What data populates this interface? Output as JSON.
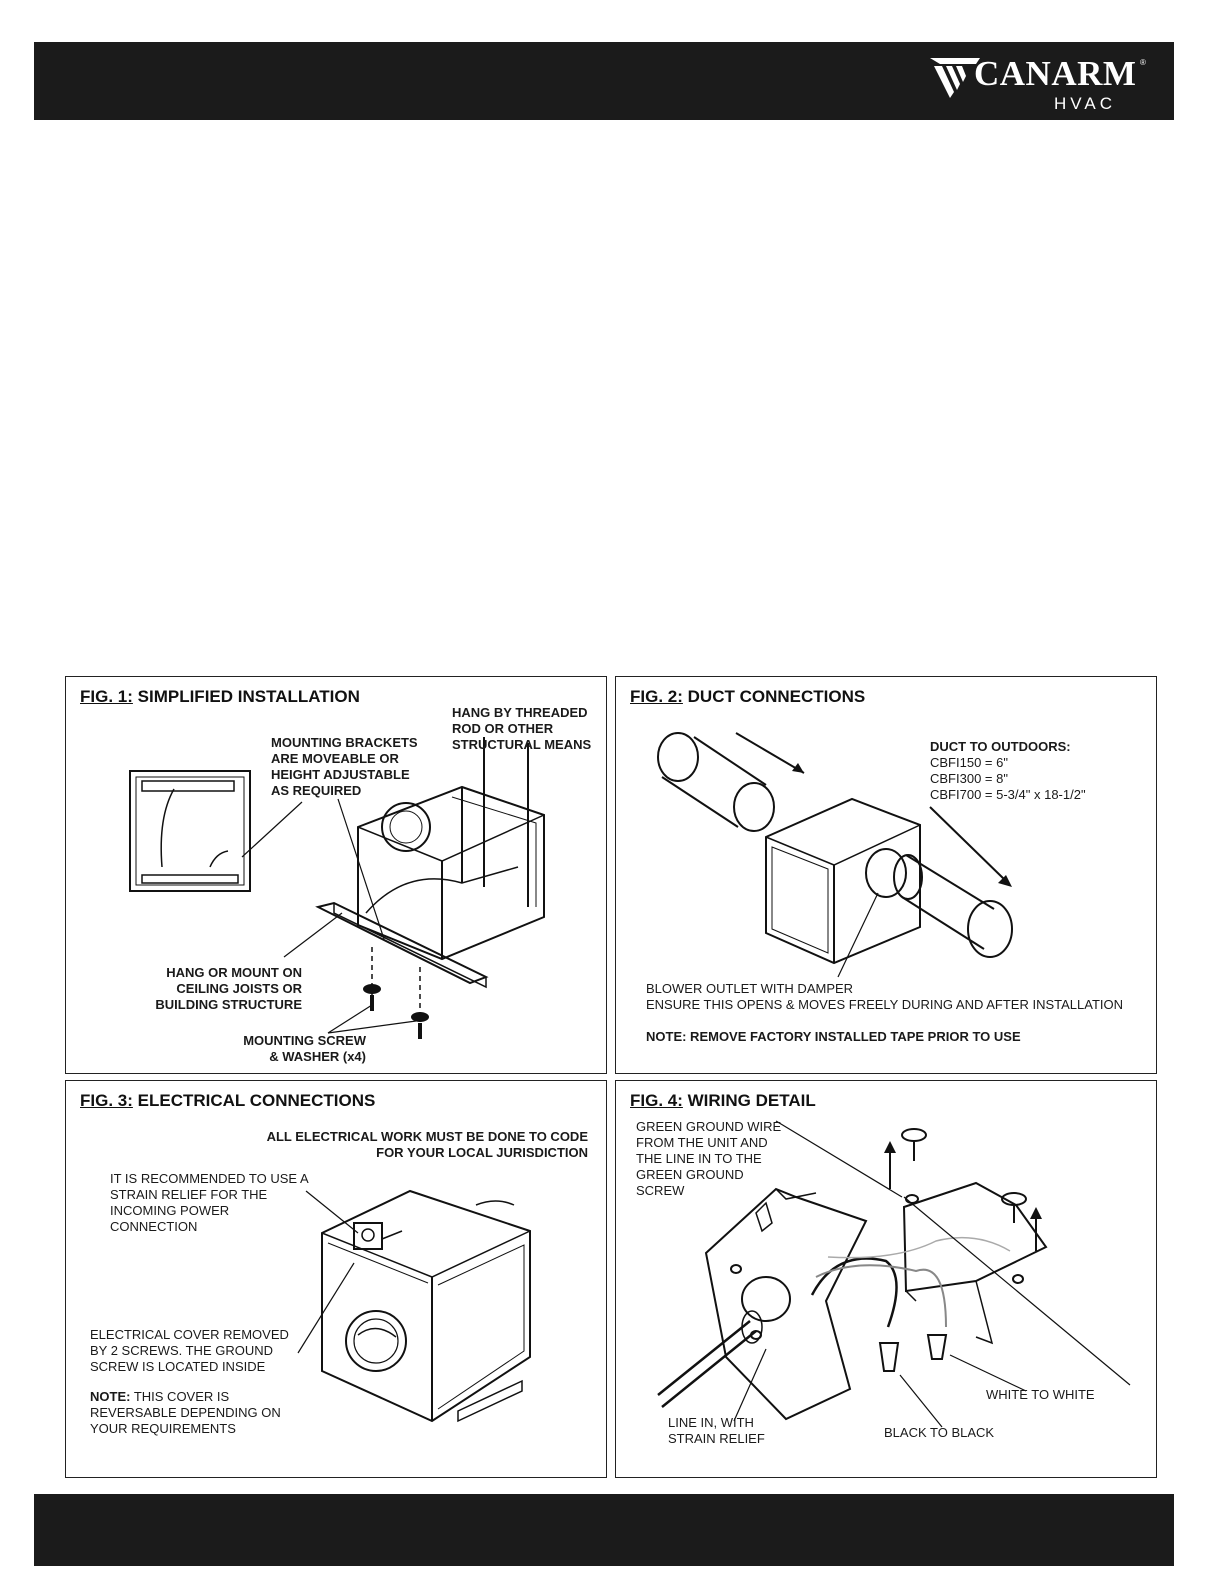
{
  "brand": {
    "name": "CANARM",
    "registered": "®",
    "sub": "HVAC"
  },
  "fig1": {
    "num": "FIG. 1:",
    "title": "SIMPLIFIED INSTALLATION",
    "hang_rod": "HANG BY THREADED\nROD OR OTHER\nSTRUCTURAL MEANS",
    "brackets": "MOUNTING BRACKETS\nARE MOVEABLE OR\nHEIGHT ADJUSTABLE\nAS REQUIRED",
    "hang_mount": "HANG OR MOUNT ON\nCEILING JOISTS OR\nBUILDING STRUCTURE",
    "screw": "MOUNTING SCREW\n& WASHER (x4)"
  },
  "fig2": {
    "num": "FIG. 2:",
    "title": "DUCT CONNECTIONS",
    "duct_heading": "DUCT TO OUTDOORS:",
    "duct_lines": "CBFI150 = 6\"\nCBFI300 = 8\"\nCBFI700 = 5-3/4\" x 18-1/2\"",
    "outlet": "BLOWER OUTLET WITH DAMPER\nENSURE THIS OPENS & MOVES FREELY DURING AND AFTER INSTALLATION",
    "note": "NOTE: REMOVE FACTORY INSTALLED TAPE PRIOR TO USE"
  },
  "fig3": {
    "num": "FIG. 3:",
    "title": "ELECTRICAL CONNECTIONS",
    "code": "ALL ELECTRICAL WORK MUST BE DONE TO CODE\nFOR YOUR LOCAL JURISDICTION",
    "strain": "IT IS RECOMMENDED TO USE A\nSTRAIN RELIEF FOR THE\nINCOMING POWER\nCONNECTION",
    "cover": "ELECTRICAL COVER REMOVED\nBY 2 SCREWS. THE GROUND\nSCREW IS LOCATED INSIDE",
    "note_label": "NOTE:",
    "note": " THIS COVER IS\nREVERSABLE DEPENDING ON\nYOUR REQUIREMENTS"
  },
  "fig4": {
    "num": "FIG. 4:",
    "title": "WIRING DETAIL",
    "ground": "GREEN GROUND WIRE\nFROM THE UNIT AND\nTHE LINE IN TO THE\nGREEN GROUND\nSCREW",
    "white": "WHITE TO WHITE",
    "black": "BLACK TO BLACK",
    "line_in": "LINE IN, WITH\nSTRAIN RELIEF"
  }
}
